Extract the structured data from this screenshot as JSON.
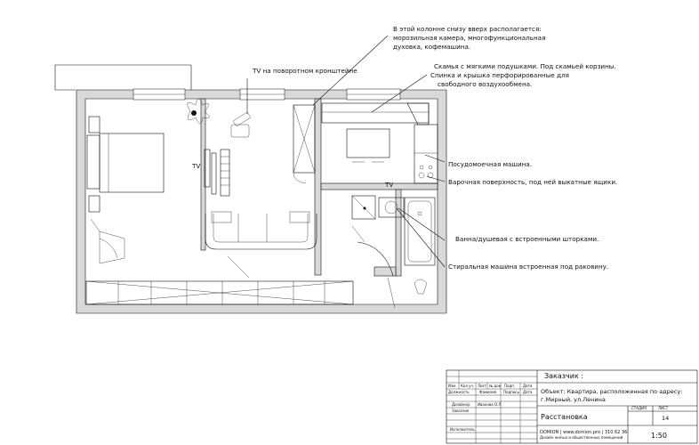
{
  "annotations": {
    "column": [
      "В этой колонне снизу вверх располагается:",
      "морозильная камера, многофункциональная",
      "духовка, кофемашина."
    ],
    "tv_bracket": "TV на поворотном кронштейне",
    "bench": [
      "Скамья с мягкими подушками. Под скамьей корзины.",
      "Спинка и крышка перфорированные для",
      "свободного воздухообмена."
    ],
    "dishwasher": "Посудомоечная машина.",
    "cooktop": "Варочная поверхность, под ней выкатные ящики.",
    "bath": "Ванна/душевая с встроенными шторками.",
    "washer": "Стиральная машина встроенная под раковину."
  },
  "labels": {
    "tv_bedroom": "TV",
    "tv_bath": "TV"
  },
  "title_block": {
    "client": "Заказчик :",
    "object": [
      "Объект: Квартира, расположенная по адресу:",
      "г.Мирный, ул.Ленина"
    ],
    "header_cols": [
      "Изм.",
      "Кол.уч.",
      "Лист",
      "№ док.",
      "Подп.",
      "Дата"
    ],
    "role_cols": [
      "Должность",
      "Фамилия",
      "Подпись",
      "Дата"
    ],
    "rows": [
      "Дизайнер",
      "Заказчик",
      "Исполнитель"
    ],
    "designer_name": "Иванова О.Л.",
    "sheet_title": "Расстановка",
    "stage_label": "СТАДИЯ",
    "sheet_label": "ЛИСТ",
    "sheet_no": "14",
    "company_line1": "DOMION | www.domion.pro | 310 62 36",
    "company_line2": "Дизайн жилых и общественных помещений",
    "scale": "1:50"
  },
  "colors": {
    "ink": "#111111",
    "wall_fill": "#d9d9d9"
  }
}
